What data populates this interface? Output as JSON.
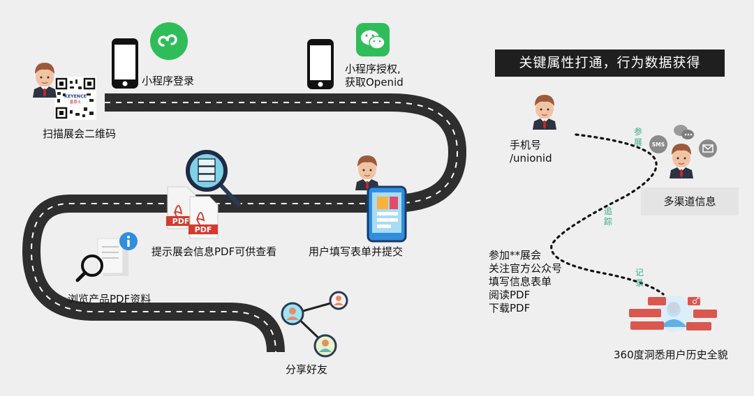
{
  "header": {
    "title": "关键属性打通，行为数据获得"
  },
  "journey": {
    "steps": [
      {
        "label": "扫描展会二维码"
      },
      {
        "label": "小程序登录"
      },
      {
        "label": "小程序授权,\n获取Openid"
      },
      {
        "label": "用户填写表单并提交"
      },
      {
        "label": "提示展会信息PDF可供查看"
      },
      {
        "label": "浏览产品PDF资料"
      },
      {
        "label": "分享好友"
      }
    ],
    "qr_brand": "KEYENCE",
    "qr_brand_sub": "基恩士",
    "pdf_label": "PDF"
  },
  "profile": {
    "phone_label": "手机号\n/unionid",
    "channel_box": "多渠道信息",
    "path_labels": [
      "参展",
      "追踪",
      "记录"
    ],
    "behaviors": [
      "参加**展会",
      "关注官方公众号",
      "填写信息表单",
      "阅读PDF",
      "下载PDF"
    ],
    "sms_label": "SMS",
    "summary": "360度洞悉用户历史全貌"
  },
  "colors": {
    "road": "#2e2e2e",
    "wechat_green": "#2fbd5a",
    "title_bg": "#1f1f1f",
    "accent_teal": "#3aa88e",
    "pdf_red": "#d33b2e",
    "tag_red": "#d9574e",
    "info_blue": "#2f8ee0"
  },
  "icons": [
    "qr-code-icon",
    "phone-icon",
    "mini-program-icon",
    "wechat-icon",
    "pdf-icon",
    "magnifier-icon",
    "info-icon",
    "share-icon",
    "sms-icon",
    "mail-icon",
    "chat-icon",
    "person-icon",
    "avatar-icon"
  ]
}
